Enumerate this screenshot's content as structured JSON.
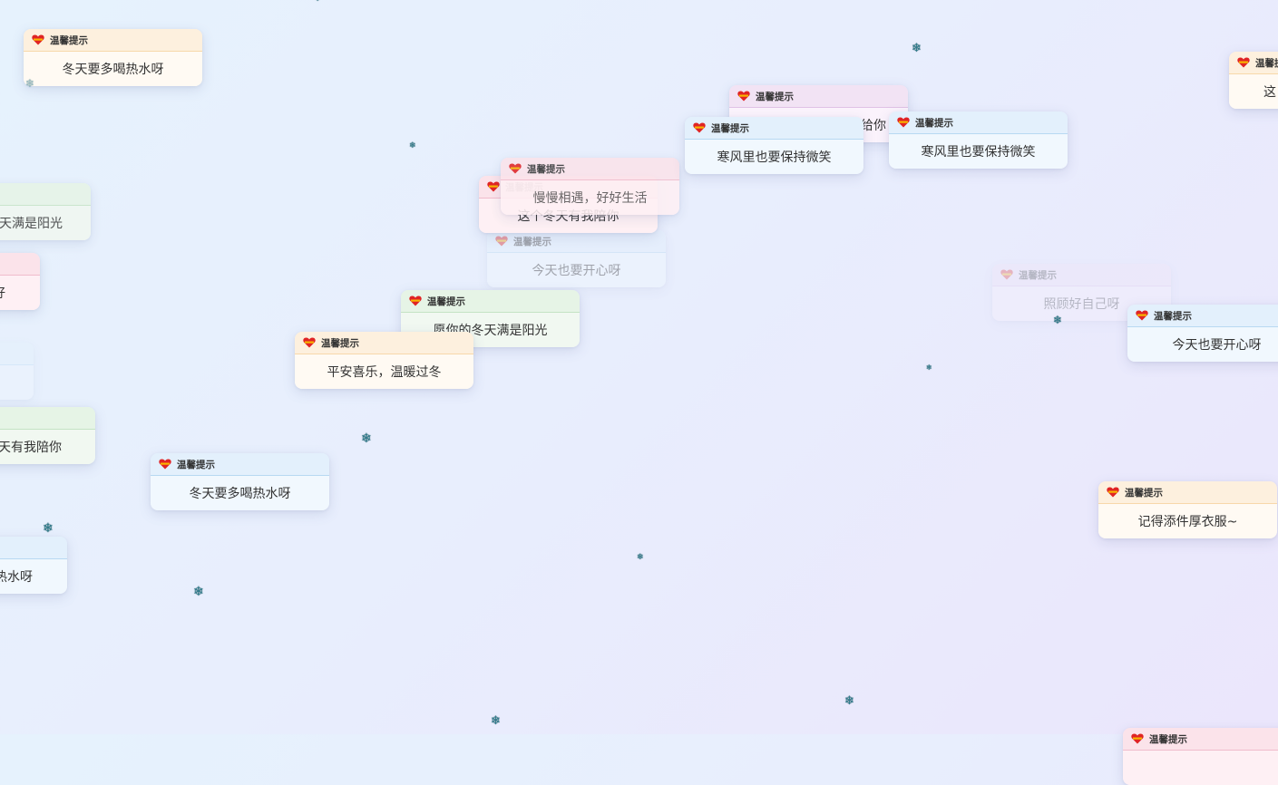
{
  "tip_title": "温馨提示",
  "colors": {
    "orange_head": "#fdf0de",
    "blue_head": "#e3f0fc",
    "green_head": "#e6f4e6",
    "pink_head": "#fbe3ea",
    "purple_head": "#f2e3f4",
    "heart_red": "#e02424",
    "heart_yellow": "#f7b500"
  },
  "tips": [
    {
      "message": "冬天要多喝热水呀",
      "theme": "orange"
    },
    {
      "message": "寒风里也要保持微笑",
      "theme": "blue"
    },
    {
      "message": "寒风里也要保持微笑",
      "theme": "blue"
    },
    {
      "message": "给你",
      "theme": "purple"
    },
    {
      "message": "这",
      "theme": "orange"
    },
    {
      "message": "慢慢相遇，好好生活",
      "theme": "pink"
    },
    {
      "message": "这个冬天有我陪你",
      "theme": "pink"
    },
    {
      "message": "今天也要开心呀",
      "theme": "blue"
    },
    {
      "message": "天满是阳光",
      "theme": "green"
    },
    {
      "message": "好",
      "theme": "pink"
    },
    {
      "message": "愿你的冬天满是阳光",
      "theme": "green"
    },
    {
      "message": "平安喜乐，温暖过冬",
      "theme": "orange"
    },
    {
      "message": "照顾好自己呀",
      "theme": "purple"
    },
    {
      "message": "今天也要开心呀",
      "theme": "blue"
    },
    {
      "message": "天有我陪你",
      "theme": "green"
    },
    {
      "message": "冬天要多喝热水呀",
      "theme": "blue"
    },
    {
      "message": "热水呀",
      "theme": "blue"
    },
    {
      "message": "记得添件厚衣服~",
      "theme": "orange"
    },
    {
      "message": "",
      "theme": "blue"
    },
    {
      "message": "",
      "theme": "pink"
    }
  ],
  "snowflake_glyph": "❄"
}
